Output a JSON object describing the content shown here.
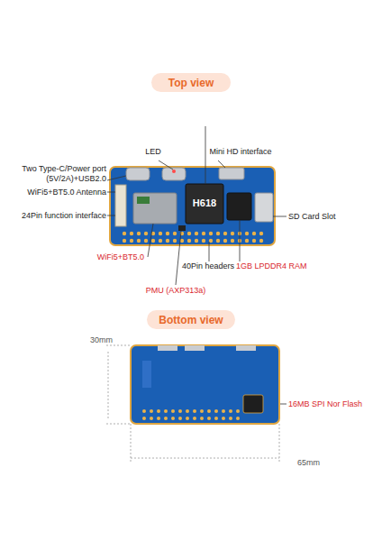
{
  "diagram": {
    "nodes": [
      {
        "text": [
          "Top view"
        ]
      },
      {
        "text": [
          "Bottom view"
        ]
      }
    ],
    "labels": [
      "LED",
      "Mini HD interface",
      "Two Type-C/Power port (5V/2A)+USB2.0",
      "WiFi5+BT5.0 Antenna",
      "24Pin function interface",
      "SD Card Slot",
      "H618",
      "WiFi5+BT5.0",
      "40Pin headers",
      "1GB LPDDR4 RAM",
      "PMU (AXP313a)",
      "30mm",
      "16MB SPI Nor Flash",
      "65mm"
    ]
  }
}
